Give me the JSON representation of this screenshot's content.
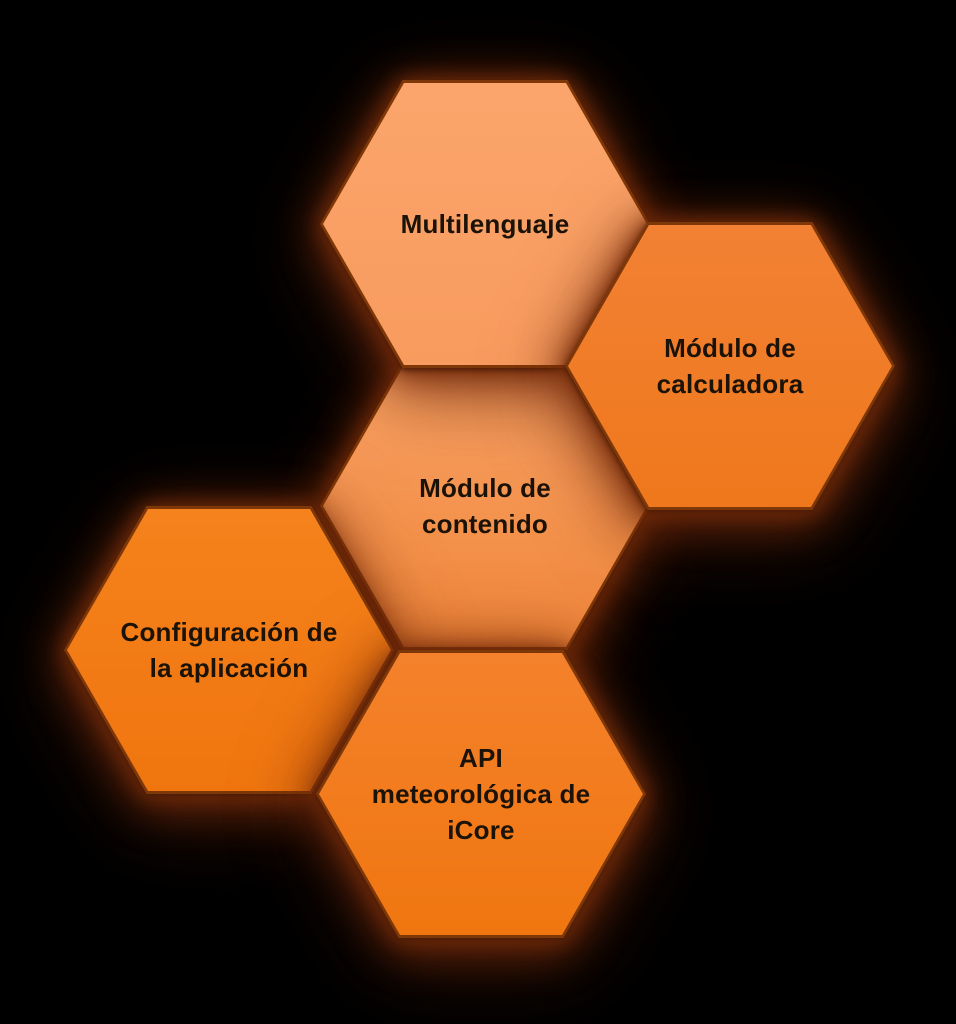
{
  "theme": {
    "background": "#000000",
    "hex_border_color": "#7e3708",
    "text_color": "#1b1208",
    "glow_edge": "rgba(72,26,6,0.95)",
    "glow_mid": "rgba(118,45,10,0.95)",
    "glow_soft": "rgba(118,44,12,0.85)",
    "glow_far": "rgba(96,34,10,0.6)"
  },
  "diagram": {
    "type": "hexagon-cluster",
    "hexagons": [
      {
        "id": "modulo-contenido",
        "label": "Módulo de\ncontenido",
        "fill_top": "#F9A265",
        "fill_bottom": "#F0863A"
      },
      {
        "id": "multilenguaje",
        "label": "Multilenguaje",
        "fill_top": "#FBA56C",
        "fill_bottom": "#F89B5E"
      },
      {
        "id": "modulo-calculadora",
        "label": "Módulo de\ncalculadora",
        "fill_top": "#F28134",
        "fill_bottom": "#EF781C"
      },
      {
        "id": "configuracion-aplicacion",
        "label": "Configuración de\nla aplicación",
        "fill_top": "#F5821C",
        "fill_bottom": "#F0750F"
      },
      {
        "id": "api-meteorologica",
        "label": "API\nmeteorológica de\niCore",
        "fill_top": "#F4812C",
        "fill_bottom": "#F0760F"
      }
    ]
  }
}
